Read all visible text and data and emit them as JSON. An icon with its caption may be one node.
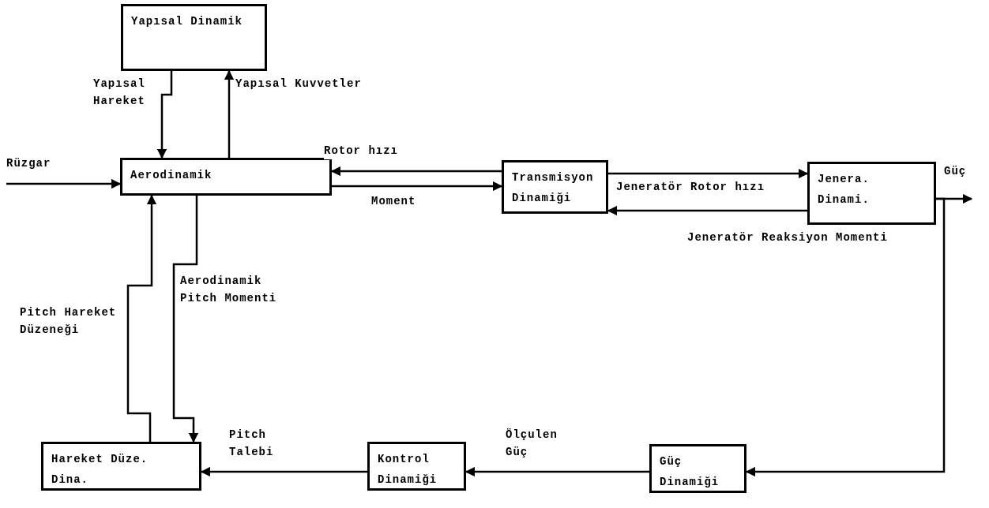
{
  "diagram": {
    "nodes": [
      {
        "text": [
          "Yapısal Dinamik"
        ]
      },
      {
        "text": [
          "Aerodinamik"
        ]
      },
      {
        "text": [
          "Transmisyon Dinamiği"
        ]
      },
      {
        "text": [
          "Jenera. Dinami."
        ]
      },
      {
        "text": [
          "Hareket Düze. Dina."
        ]
      },
      {
        "text": [
          "Kontrol Dinamiği"
        ]
      },
      {
        "text": [
          "Güç Dinamiği"
        ]
      }
    ],
    "edges": [
      {
        "from": 0,
        "to": 1,
        "arrow": "to",
        "label": "Yapısal Hareket"
      },
      {
        "from": 1,
        "to": 0,
        "arrow": "to",
        "label": "Yapısal Kuvvetler"
      },
      {
        "from": null,
        "to": 1,
        "arrow": "to",
        "label": "Rüzgar"
      },
      {
        "from": 2,
        "to": 1,
        "arrow": "to",
        "label": "Rotor hızı"
      },
      {
        "from": 1,
        "to": 2,
        "arrow": "to",
        "label": "Moment"
      },
      {
        "from": 2,
        "to": 3,
        "arrow": "to",
        "label": "Jeneratör Rotor hızı"
      },
      {
        "from": 3,
        "to": 2,
        "arrow": "to",
        "label": "Jeneratör Reaksiyon Momenti"
      },
      {
        "from": 3,
        "to": null,
        "arrow": "to",
        "label": "Güç"
      },
      {
        "from": 3,
        "to": 6,
        "arrow": "to"
      },
      {
        "from": 6,
        "to": 5,
        "arrow": "to",
        "label": "Ölçulen Güç"
      },
      {
        "from": 5,
        "to": 4,
        "arrow": "to",
        "label": "Pitch Talebi"
      },
      {
        "from": 4,
        "to": 1,
        "arrow": "to",
        "label": "Pitch Hareket Düzeneği"
      },
      {
        "from": 1,
        "to": 4,
        "arrow": "to",
        "label": "Aerodinamik Pitch Momenti"
      }
    ]
  }
}
